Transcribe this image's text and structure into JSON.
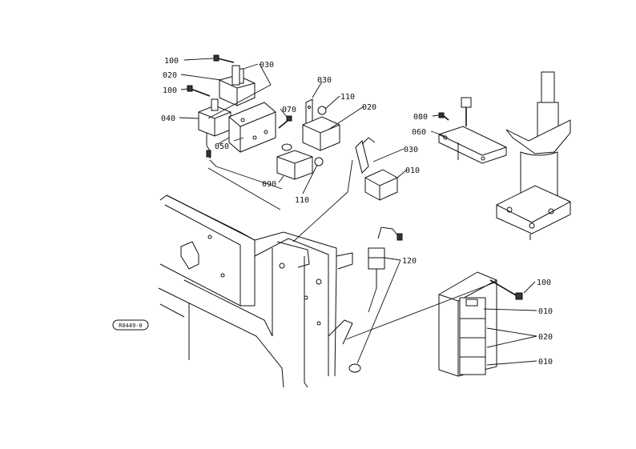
{
  "diagram_code": "R0449-0",
  "callouts": [
    {
      "id": "c-100-a",
      "text": "100"
    },
    {
      "id": "c-030-a",
      "text": "030"
    },
    {
      "id": "c-020-a",
      "text": "020"
    },
    {
      "id": "c-100-b",
      "text": "100"
    },
    {
      "id": "c-040",
      "text": "040"
    },
    {
      "id": "c-050",
      "text": "050"
    },
    {
      "id": "c-070",
      "text": "070"
    },
    {
      "id": "c-030-b",
      "text": "030"
    },
    {
      "id": "c-110-a",
      "text": "110"
    },
    {
      "id": "c-020-b",
      "text": "020"
    },
    {
      "id": "c-090",
      "text": "090"
    },
    {
      "id": "c-110-b",
      "text": "110"
    },
    {
      "id": "c-030-c",
      "text": "030"
    },
    {
      "id": "c-010-a",
      "text": "010"
    },
    {
      "id": "c-080",
      "text": "080"
    },
    {
      "id": "c-060",
      "text": "060"
    },
    {
      "id": "c-120",
      "text": "120"
    },
    {
      "id": "c-100-c",
      "text": "100"
    },
    {
      "id": "c-010-b",
      "text": "010"
    },
    {
      "id": "c-020-c",
      "text": "020"
    },
    {
      "id": "c-010-c",
      "text": "010"
    }
  ]
}
